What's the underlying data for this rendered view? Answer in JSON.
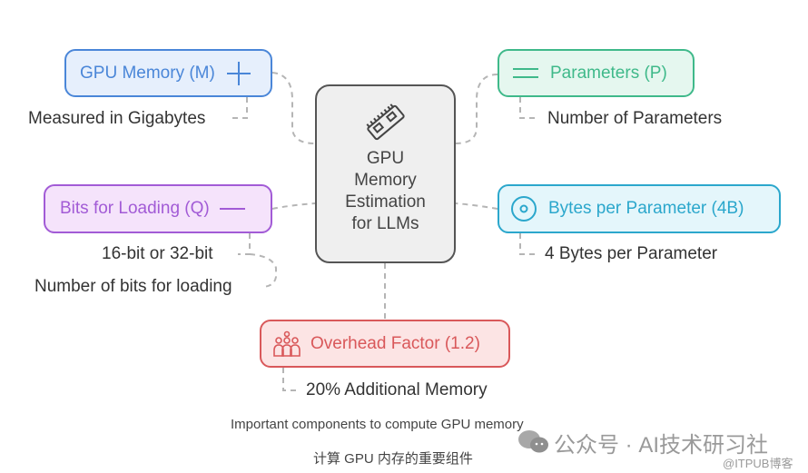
{
  "center": {
    "icon": "memory-module-icon",
    "title_lines": [
      "GPU",
      "Memory",
      "Estimation",
      "for LLMs"
    ]
  },
  "nodes": {
    "gpu_memory": {
      "label": "GPU Memory (M)",
      "icon": "plus-icon",
      "color": "#4a86d8",
      "bg": "#e6effc",
      "description": "Measured in Gigabytes"
    },
    "parameters": {
      "label": "Parameters (P)",
      "icon": "equals-lines-icon",
      "color": "#3fb98a",
      "bg": "#e5f7ef",
      "description": "Number of Parameters"
    },
    "bits_loading": {
      "label": "Bits for Loading (Q)",
      "icon": "minus-icon",
      "color": "#a25bd6",
      "bg": "#f5e3fb",
      "descriptions": [
        "16-bit or 32-bit",
        "Number of bits for loading"
      ]
    },
    "bytes_param": {
      "label": "Bytes per Parameter (4B)",
      "icon": "target-circle-icon",
      "color": "#2ba7cc",
      "bg": "#e4f6fb",
      "description": "4 Bytes per Parameter"
    },
    "overhead": {
      "label": "Overhead Factor (1.2)",
      "icon": "people-group-icon",
      "color": "#d9585a",
      "bg": "#fce4e4",
      "description": "20% Additional Memory"
    }
  },
  "captions": {
    "english": "Important components to compute GPU memory",
    "chinese": "计算 GPU 内存的重要组件"
  },
  "watermark": {
    "main": "公众号 · AI技术研习社",
    "sub": "@ITPUB博客"
  }
}
